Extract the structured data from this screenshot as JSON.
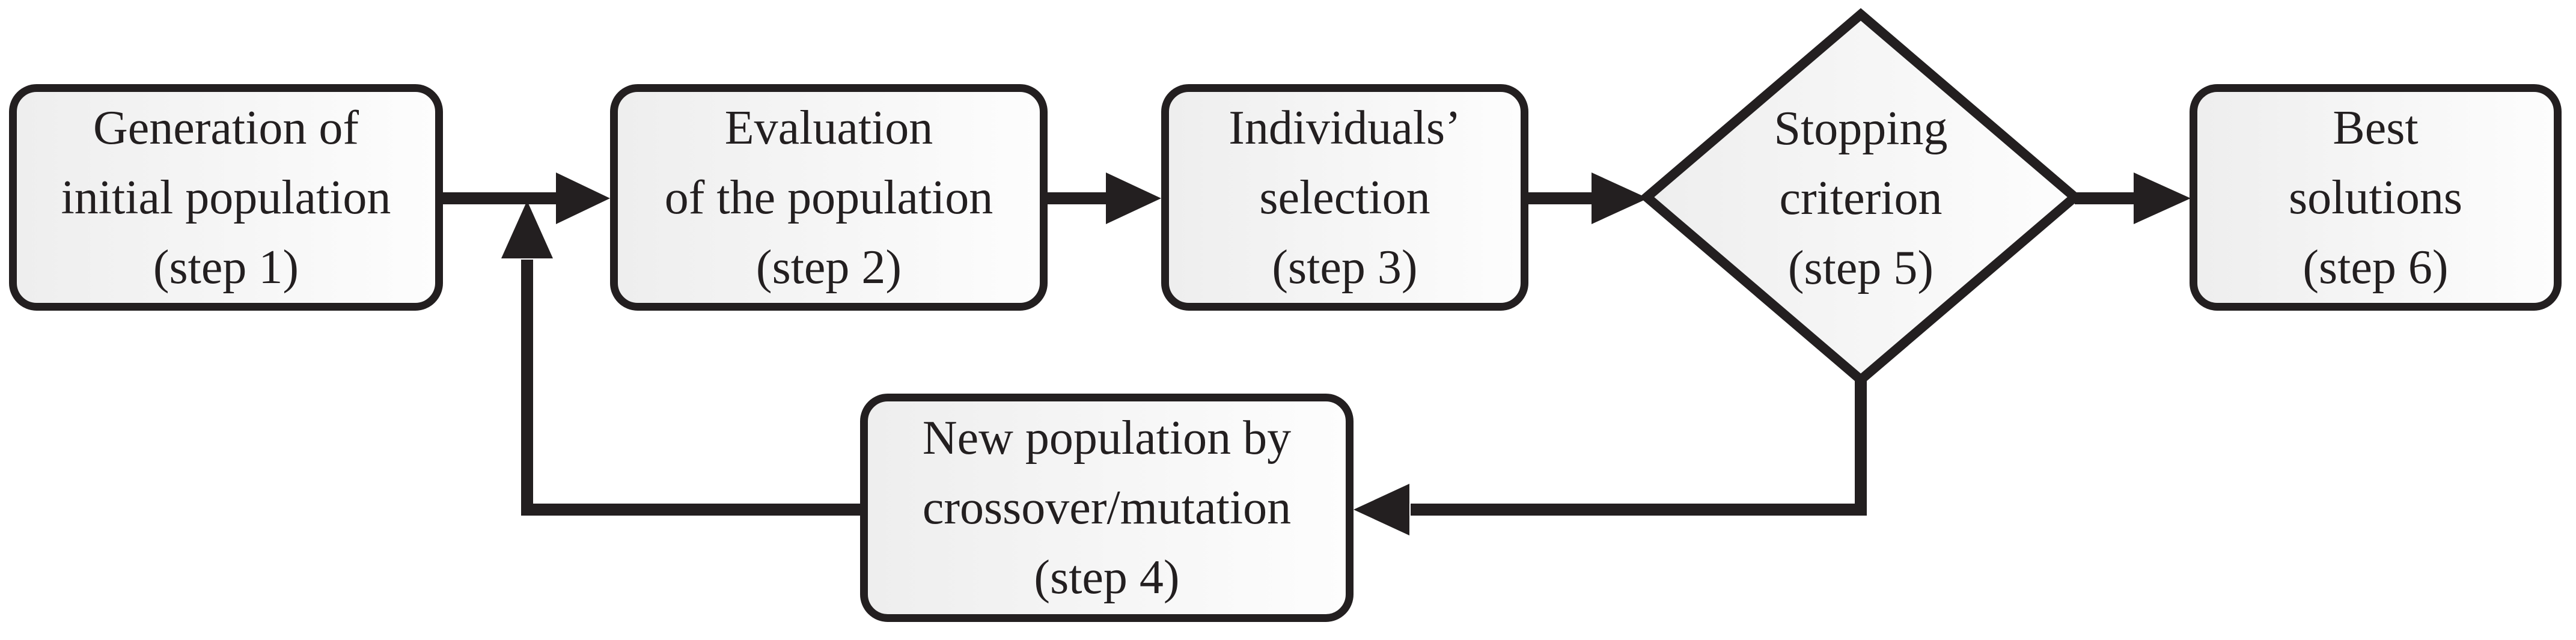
{
  "figure": {
    "title": "Genetic algorithm flowchart",
    "background_color": "#ffffff",
    "ink_color": "#231f20",
    "node_fill_gradient": [
      "#eeeeee",
      "#fdfdfd"
    ]
  },
  "nodes": [
    {
      "id": "step1",
      "shape": "rounded-rect",
      "label": "Generation of\ninitial population\n(step 1)"
    },
    {
      "id": "step2",
      "shape": "rounded-rect",
      "label": "Evaluation\nof the population\n(step 2)"
    },
    {
      "id": "step3",
      "shape": "rounded-rect",
      "label": "Individuals’\nselection\n(step 3)"
    },
    {
      "id": "step4",
      "shape": "rounded-rect",
      "label": "New population by\ncrossover/mutation\n(step 4)"
    },
    {
      "id": "step5",
      "shape": "diamond",
      "label": "Stopping\ncriterion\n(step 5)"
    },
    {
      "id": "step6",
      "shape": "rounded-rect",
      "label": "Best\nsolutions\n(step 6)"
    }
  ],
  "edges": [
    {
      "from": "step1",
      "to": "step2"
    },
    {
      "from": "step2",
      "to": "step3"
    },
    {
      "from": "step3",
      "to": "step5"
    },
    {
      "from": "step5",
      "to": "step6"
    },
    {
      "from": "step5",
      "to": "step4"
    },
    {
      "from": "step4",
      "to": "step2"
    }
  ]
}
